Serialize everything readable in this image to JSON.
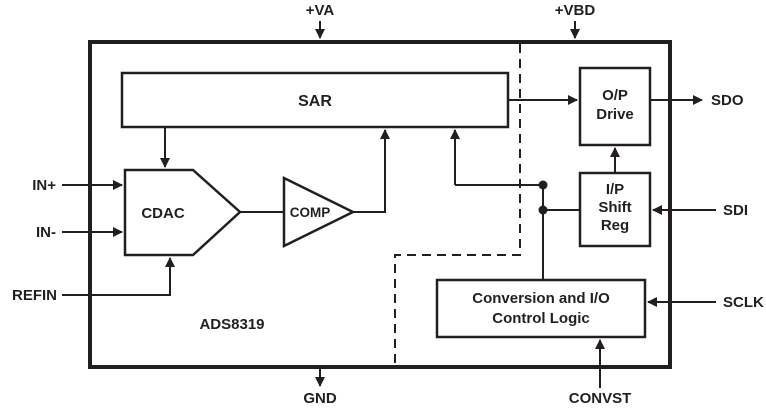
{
  "diagram": {
    "part_number": "ADS8319",
    "blocks": {
      "sar": {
        "label": "SAR"
      },
      "cdac": {
        "label": "CDAC"
      },
      "comp": {
        "label": "COMP"
      },
      "op_drive": {
        "line1": "O/P",
        "line2": "Drive"
      },
      "ip_shift_reg": {
        "line1": "I/P",
        "line2": "Shift",
        "line3": "Reg"
      },
      "control_logic": {
        "line1": "Conversion and I/O",
        "line2": "Control Logic"
      }
    },
    "pins": {
      "supply_top_left": "+VA",
      "supply_top_right": "+VBD",
      "input_positive": "IN+",
      "input_negative": "IN-",
      "reference_input": "REFIN",
      "ground": "GND",
      "convert_start": "CONVST",
      "serial_data_out": "SDO",
      "serial_data_in": "SDI",
      "serial_clock": "SCLK"
    },
    "colors": {
      "line": "#231f20",
      "background": "#ffffff"
    }
  }
}
